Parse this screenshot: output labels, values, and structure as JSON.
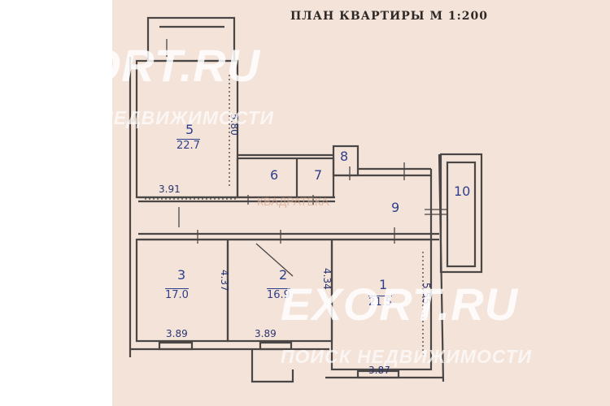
{
  "plan": {
    "title": "ПЛАН КВАРТИРЫ М 1:200",
    "rooms": [
      {
        "number": "5",
        "area": "22.7"
      },
      {
        "number": "6"
      },
      {
        "number": "7"
      },
      {
        "number": "8"
      },
      {
        "number": "9"
      },
      {
        "number": "10"
      },
      {
        "number": "3",
        "area": "17.0"
      },
      {
        "number": "2",
        "area": "16.9"
      },
      {
        "number": "1",
        "area": "21.5"
      }
    ],
    "dimensions": {
      "room5_height": "5.80",
      "corridor_width": "3.91",
      "room3_height": "4.37",
      "room3_width": "3.89",
      "room2_height": "4.34",
      "room2_width": "3.89",
      "room1_height": "5.55",
      "room1_width": "3.87"
    },
    "colors": {
      "paper": "#f3e3d8",
      "ink_wall": "#4a4646",
      "ink_label": "#2f3f8c"
    }
  },
  "watermarks": {
    "brand": "EXORT.RU",
    "tagline": "ПОИСК НЕДВИЖИМОСТИ",
    "center": "КВАДРАТЕКА"
  }
}
